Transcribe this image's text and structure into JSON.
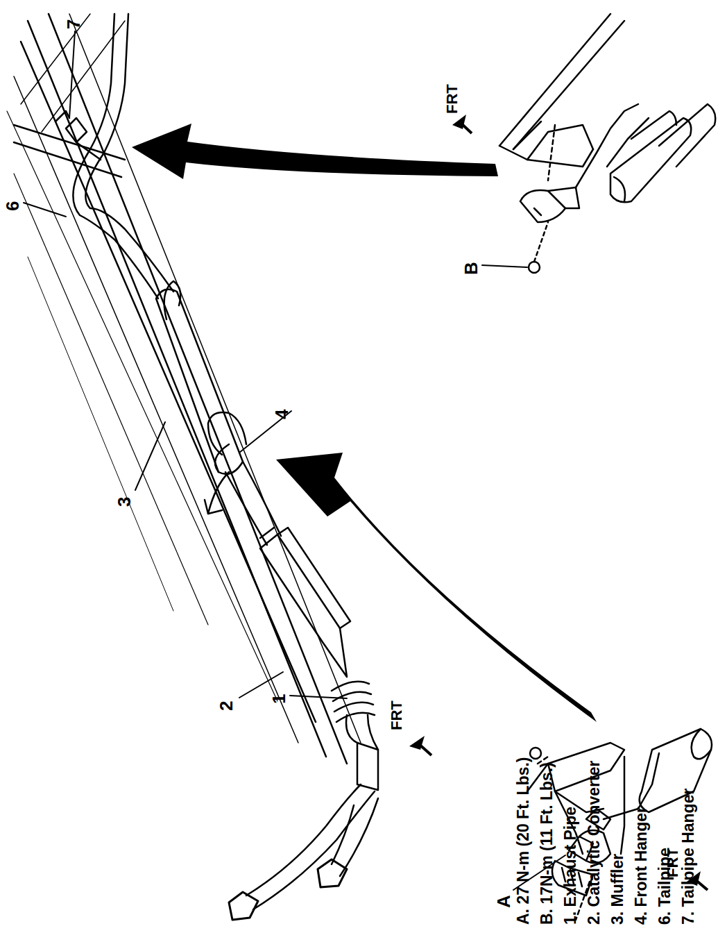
{
  "diagram": {
    "labels": [
      "1",
      "2",
      "3",
      "4",
      "6",
      "7",
      "A",
      "B",
      "FRT",
      "FRT",
      "FRT",
      "A. 27 N-m (20 Ft. Lbs.)",
      "B. 17N-m (11 Ft. Lbs.)",
      "1. Exhaust Pipe",
      "2. Catalytic Converter",
      "3. Muffler",
      "4. Front Hanger",
      "6. Tailpipe",
      "7. Tailpipe Hanger"
    ]
  }
}
